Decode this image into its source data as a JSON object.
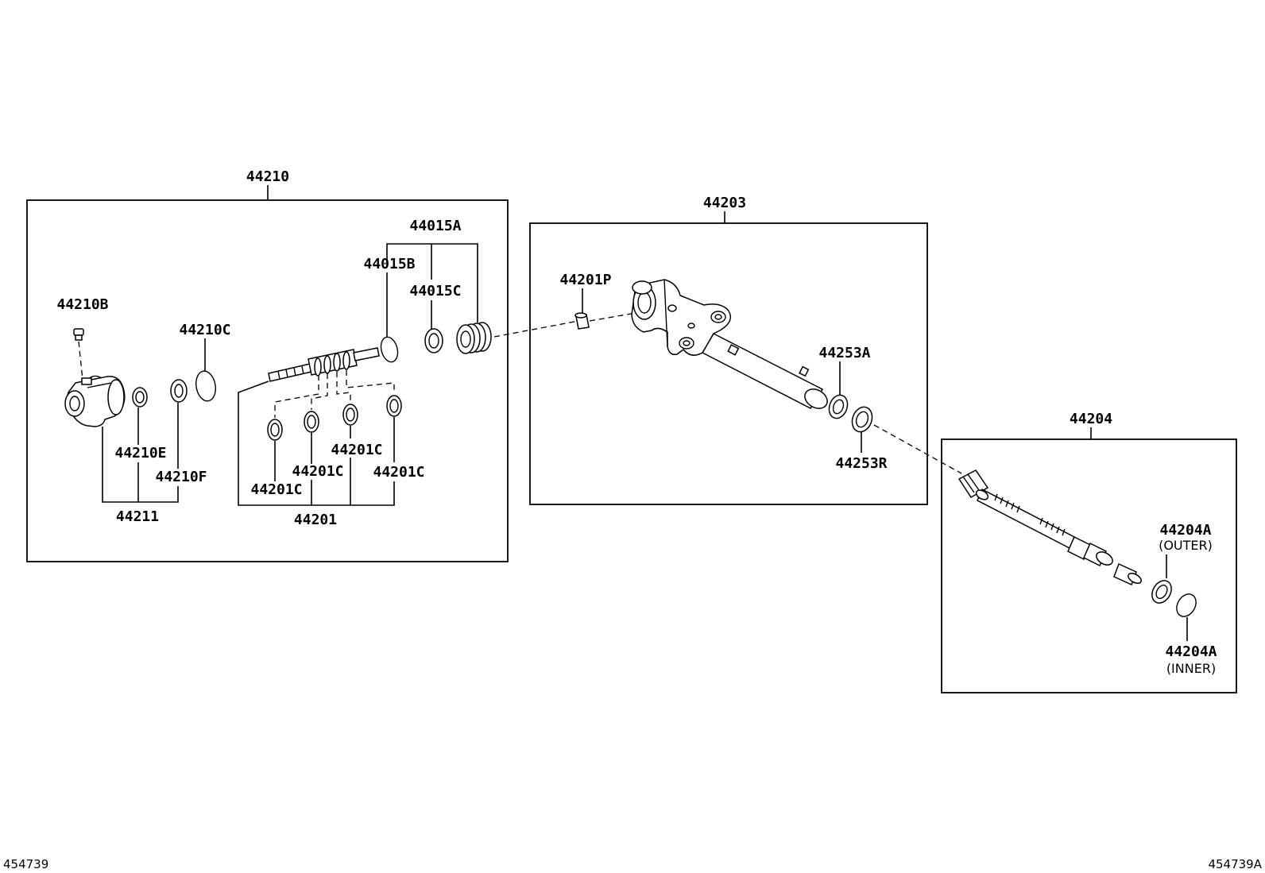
{
  "labels": {
    "p44210": "44210",
    "p44015A": "44015A",
    "p44015B": "44015B",
    "p44015C": "44015C",
    "p44210B": "44210B",
    "p44210C": "44210C",
    "p44210E": "44210E",
    "p44210F": "44210F",
    "p44211": "44211",
    "p44201C_a": "44201C",
    "p44201C_b": "44201C",
    "p44201C_c": "44201C",
    "p44201C_d": "44201C",
    "p44201": "44201",
    "p44203": "44203",
    "p44201P": "44201P",
    "p44253A": "44253A",
    "p44253R": "44253R",
    "p44204": "44204",
    "p44204A_outer": "44204A",
    "outer": "(OUTER)",
    "p44204A_inner": "44204A",
    "inner": "(INNER)"
  },
  "footer": {
    "left_code": "454739",
    "right_code": "454739A"
  }
}
